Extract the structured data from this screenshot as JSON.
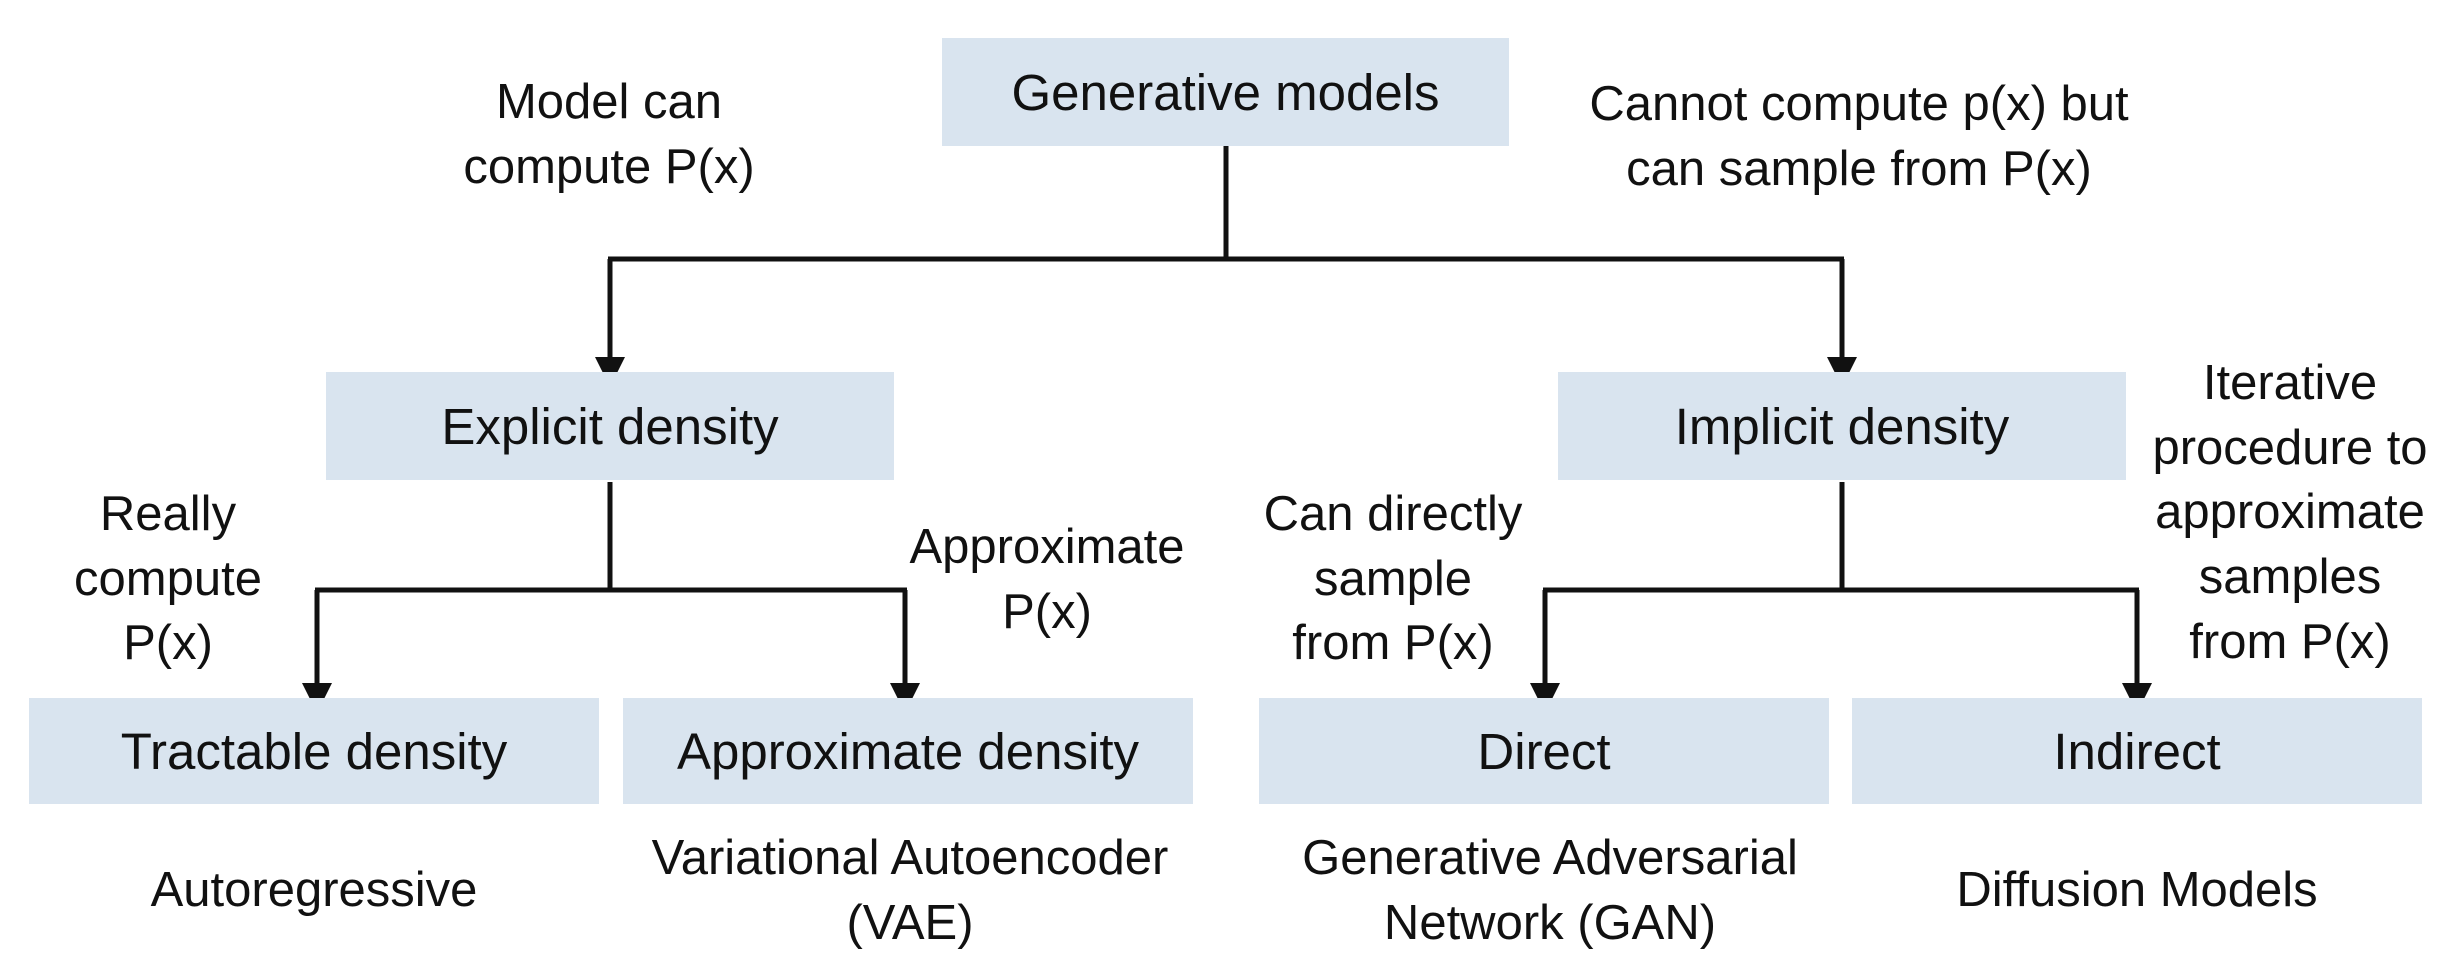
{
  "nodes": {
    "root": "Generative models",
    "explicit": "Explicit density",
    "implicit": "Implicit density",
    "tractable": "Tractable density",
    "approximate": "Approximate density",
    "direct": "Direct",
    "indirect": "Indirect"
  },
  "edge_labels": {
    "to_explicit": [
      "Model can",
      "compute P(x)"
    ],
    "to_implicit": [
      "Cannot compute p(x) but",
      "can sample from P(x)"
    ],
    "to_tractable": [
      "Really",
      "compute",
      "P(x)"
    ],
    "to_approximate": [
      "Approximate",
      "P(x)"
    ],
    "to_direct": [
      "Can directly",
      "sample",
      "from P(x)"
    ],
    "to_indirect": [
      "Iterative",
      "procedure to",
      "approximate",
      "samples",
      "from P(x)"
    ]
  },
  "examples": {
    "tractable": [
      "Autoregressive"
    ],
    "approximate": [
      "Variational Autoencoder",
      "(VAE)"
    ],
    "direct": [
      "Generative Adversarial",
      "Network (GAN)"
    ],
    "indirect": [
      "Diffusion Models"
    ]
  },
  "colors": {
    "box_fill": "#d9e4ef",
    "line": "#111111",
    "text": "#111111"
  }
}
